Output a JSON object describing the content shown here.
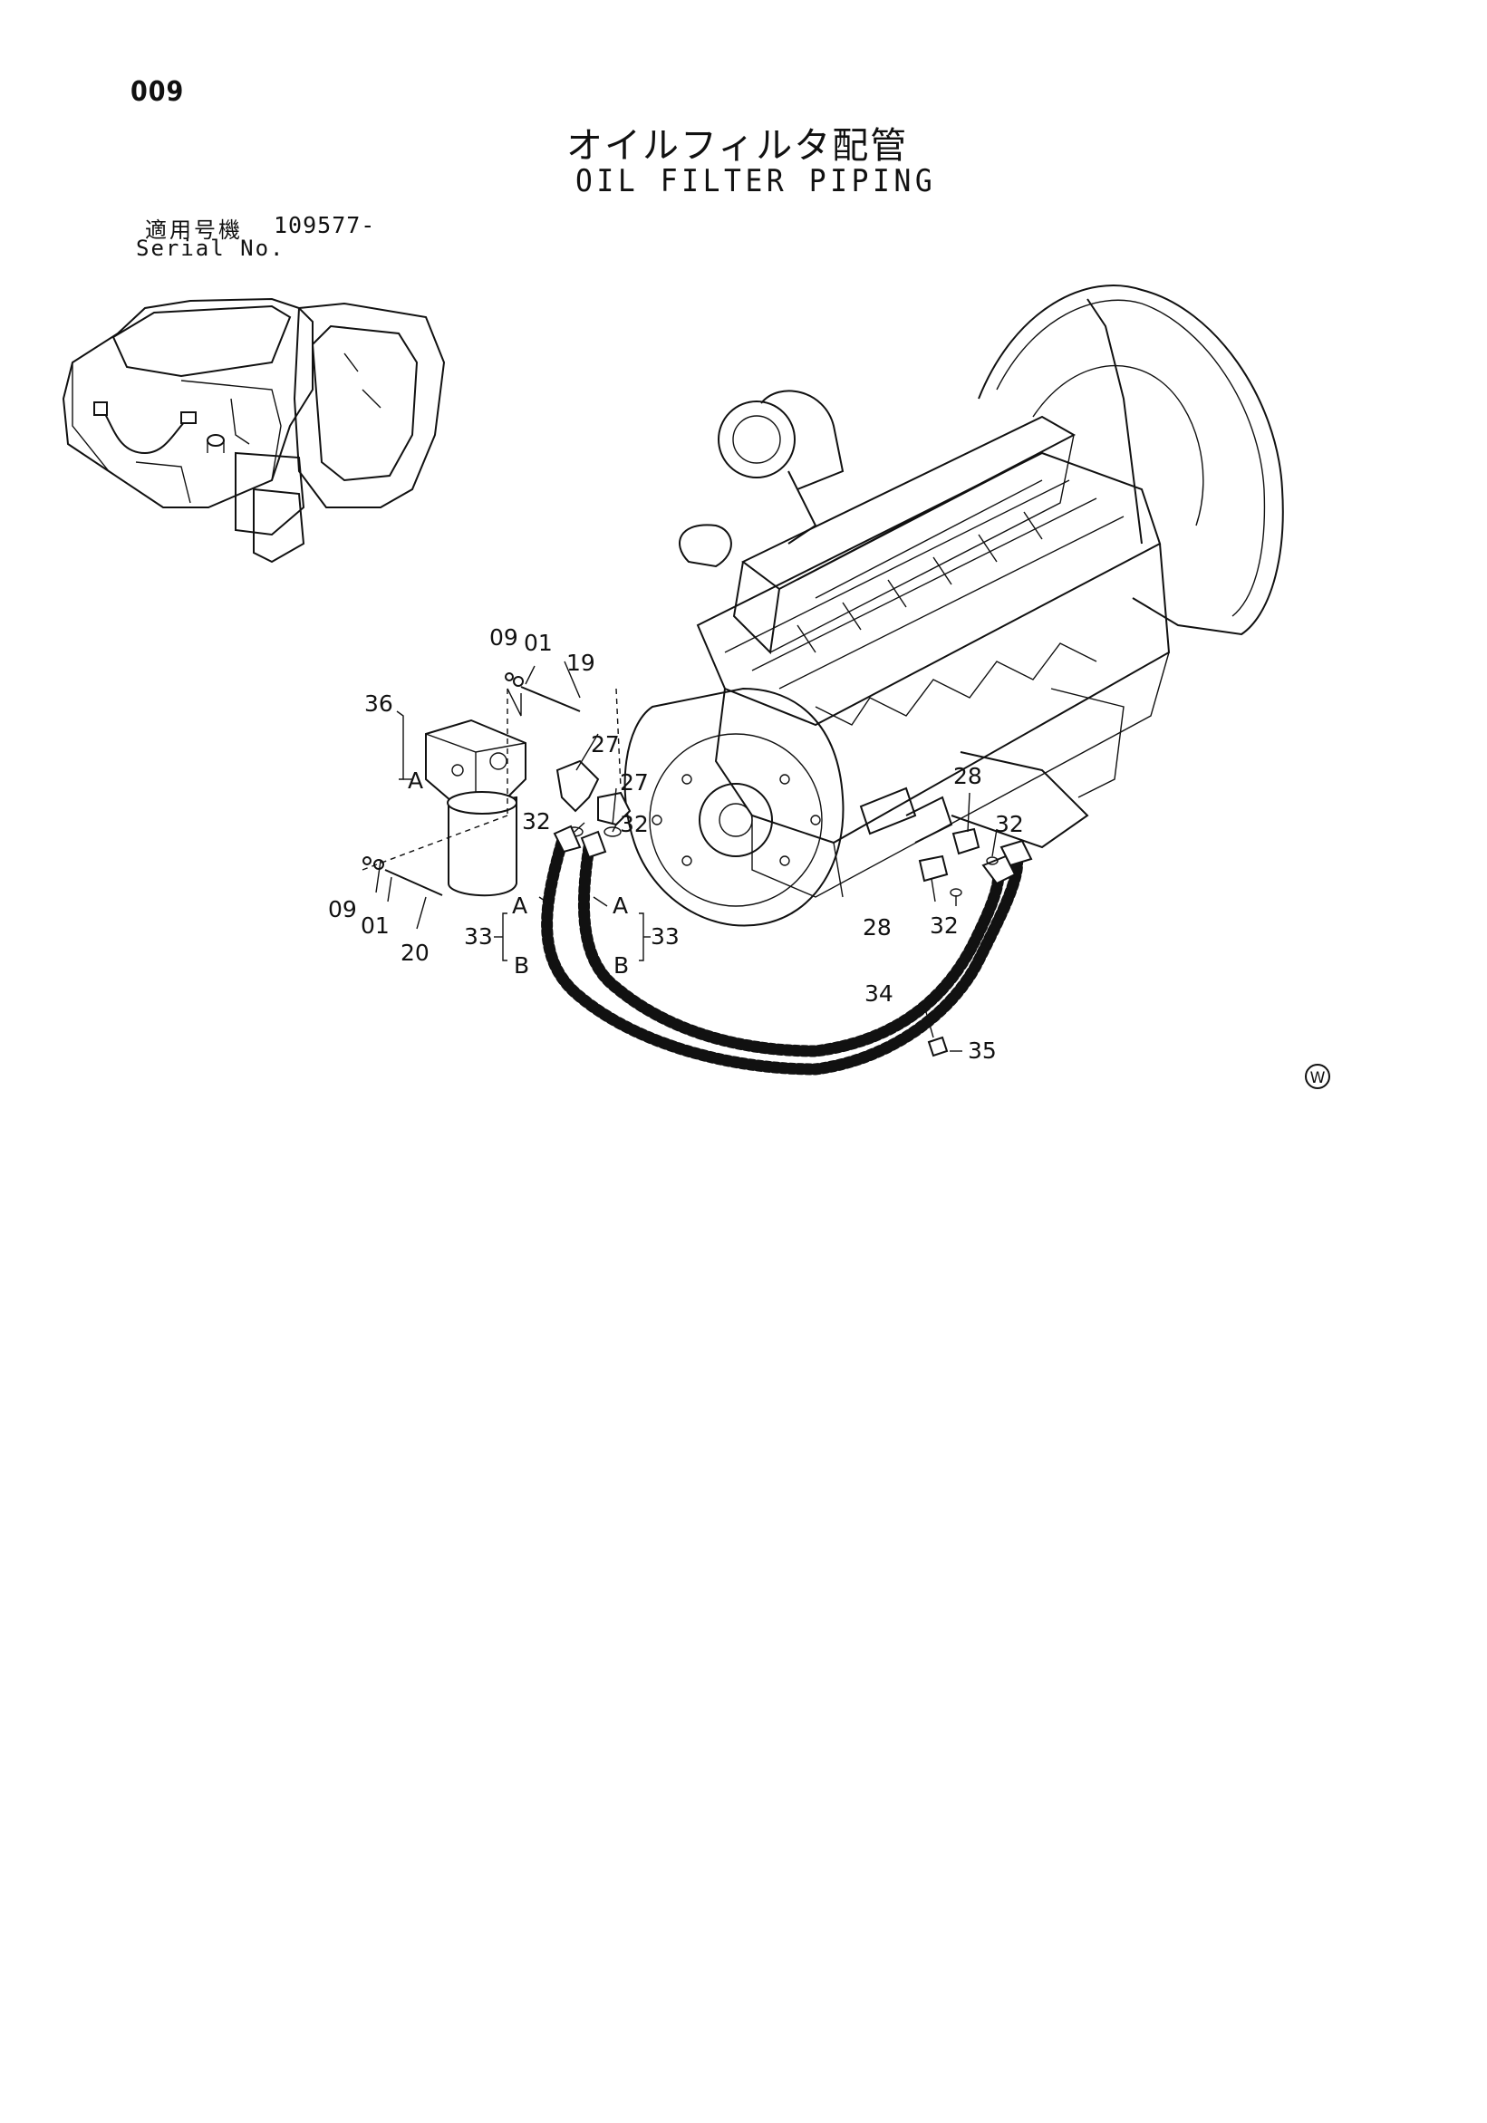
{
  "page_number": "009",
  "title_jp": "オイルフィルタ配管",
  "title_en": "OIL FILTER PIPING",
  "serial_label_jp": "適用号機",
  "serial_value": "109577-",
  "serial_label_en": "Serial No.",
  "watermark": "W",
  "callouts": {
    "c09a": "09",
    "c01a": "01",
    "c19": "19",
    "c36": "36",
    "cAa": "A",
    "c27a": "27",
    "c27b": "27",
    "c32a": "32",
    "c32b": "32",
    "c28a": "28",
    "c32c": "32",
    "c09b": "09",
    "c01b": "01",
    "c20": "20",
    "cAb": "A",
    "cAc": "A",
    "c33a": "33",
    "c33b": "33",
    "cBa": "B",
    "cBb": "B",
    "c28b": "28",
    "c32d": "32",
    "c34": "34",
    "c35": "35"
  }
}
